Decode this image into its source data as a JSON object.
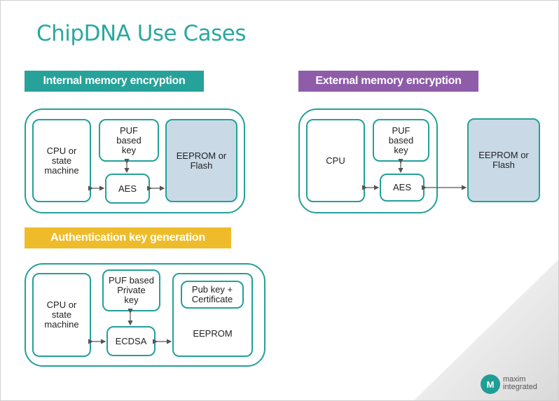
{
  "slide_title": "ChipDNA Use Cases",
  "colors": {
    "teal": "#26a29a",
    "purple": "#8e5ca8",
    "yellow": "#eebc2a",
    "memory_fill": "#c9d9e6",
    "outline": "#24a099"
  },
  "internal": {
    "banner": "Internal memory encryption",
    "cpu": "CPU or\nstate\nmachine",
    "puf": "PUF\nbased\nkey",
    "aes": "AES",
    "memory": "EEPROM or\nFlash"
  },
  "external": {
    "banner": "External memory encryption",
    "cpu": "CPU",
    "puf": "PUF\nbased\nkey",
    "aes": "AES",
    "memory": "EEPROM or\nFlash"
  },
  "auth": {
    "banner": "Authentication key generation",
    "cpu": "CPU or\nstate\nmachine",
    "puf": "PUF based\nPrivate\nkey",
    "ecdsa": "ECDSA",
    "pubkey": "Pub key +\nCertificate",
    "eeprom": "EEPROM"
  },
  "logo": {
    "icon": "maxim-mi-logo-icon",
    "line1": "maxim",
    "line2": "integrated"
  }
}
